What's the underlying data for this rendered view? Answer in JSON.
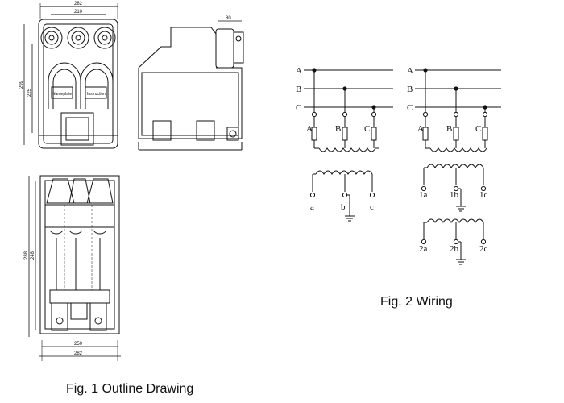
{
  "captions": {
    "fig1": "Fig. 1 Outline Drawing",
    "fig2": "Fig. 2 Wiring"
  },
  "outline_dimensions": {
    "front_top_outer": "282",
    "front_top_inner": "210",
    "front_height_outer": "299",
    "front_height_inner": "225",
    "side_top": "80",
    "bottom_height_outer": "288",
    "bottom_height_inner": "248",
    "bottom_width_inner": "250",
    "bottom_width_outer": "282"
  },
  "nameplates": {
    "left": "Nameplate",
    "right": "Instruction"
  },
  "wiring_left": {
    "bus": [
      "A",
      "B",
      "C"
    ],
    "primary": [
      "A",
      "B",
      "C"
    ],
    "secondary": [
      "a",
      "b",
      "c"
    ]
  },
  "wiring_right": {
    "bus": [
      "A",
      "B",
      "C"
    ],
    "primary": [
      "A",
      "B",
      "C"
    ],
    "secondary1": [
      "1a",
      "1b",
      "1c"
    ],
    "secondary2": [
      "2a",
      "2b",
      "2c"
    ]
  }
}
